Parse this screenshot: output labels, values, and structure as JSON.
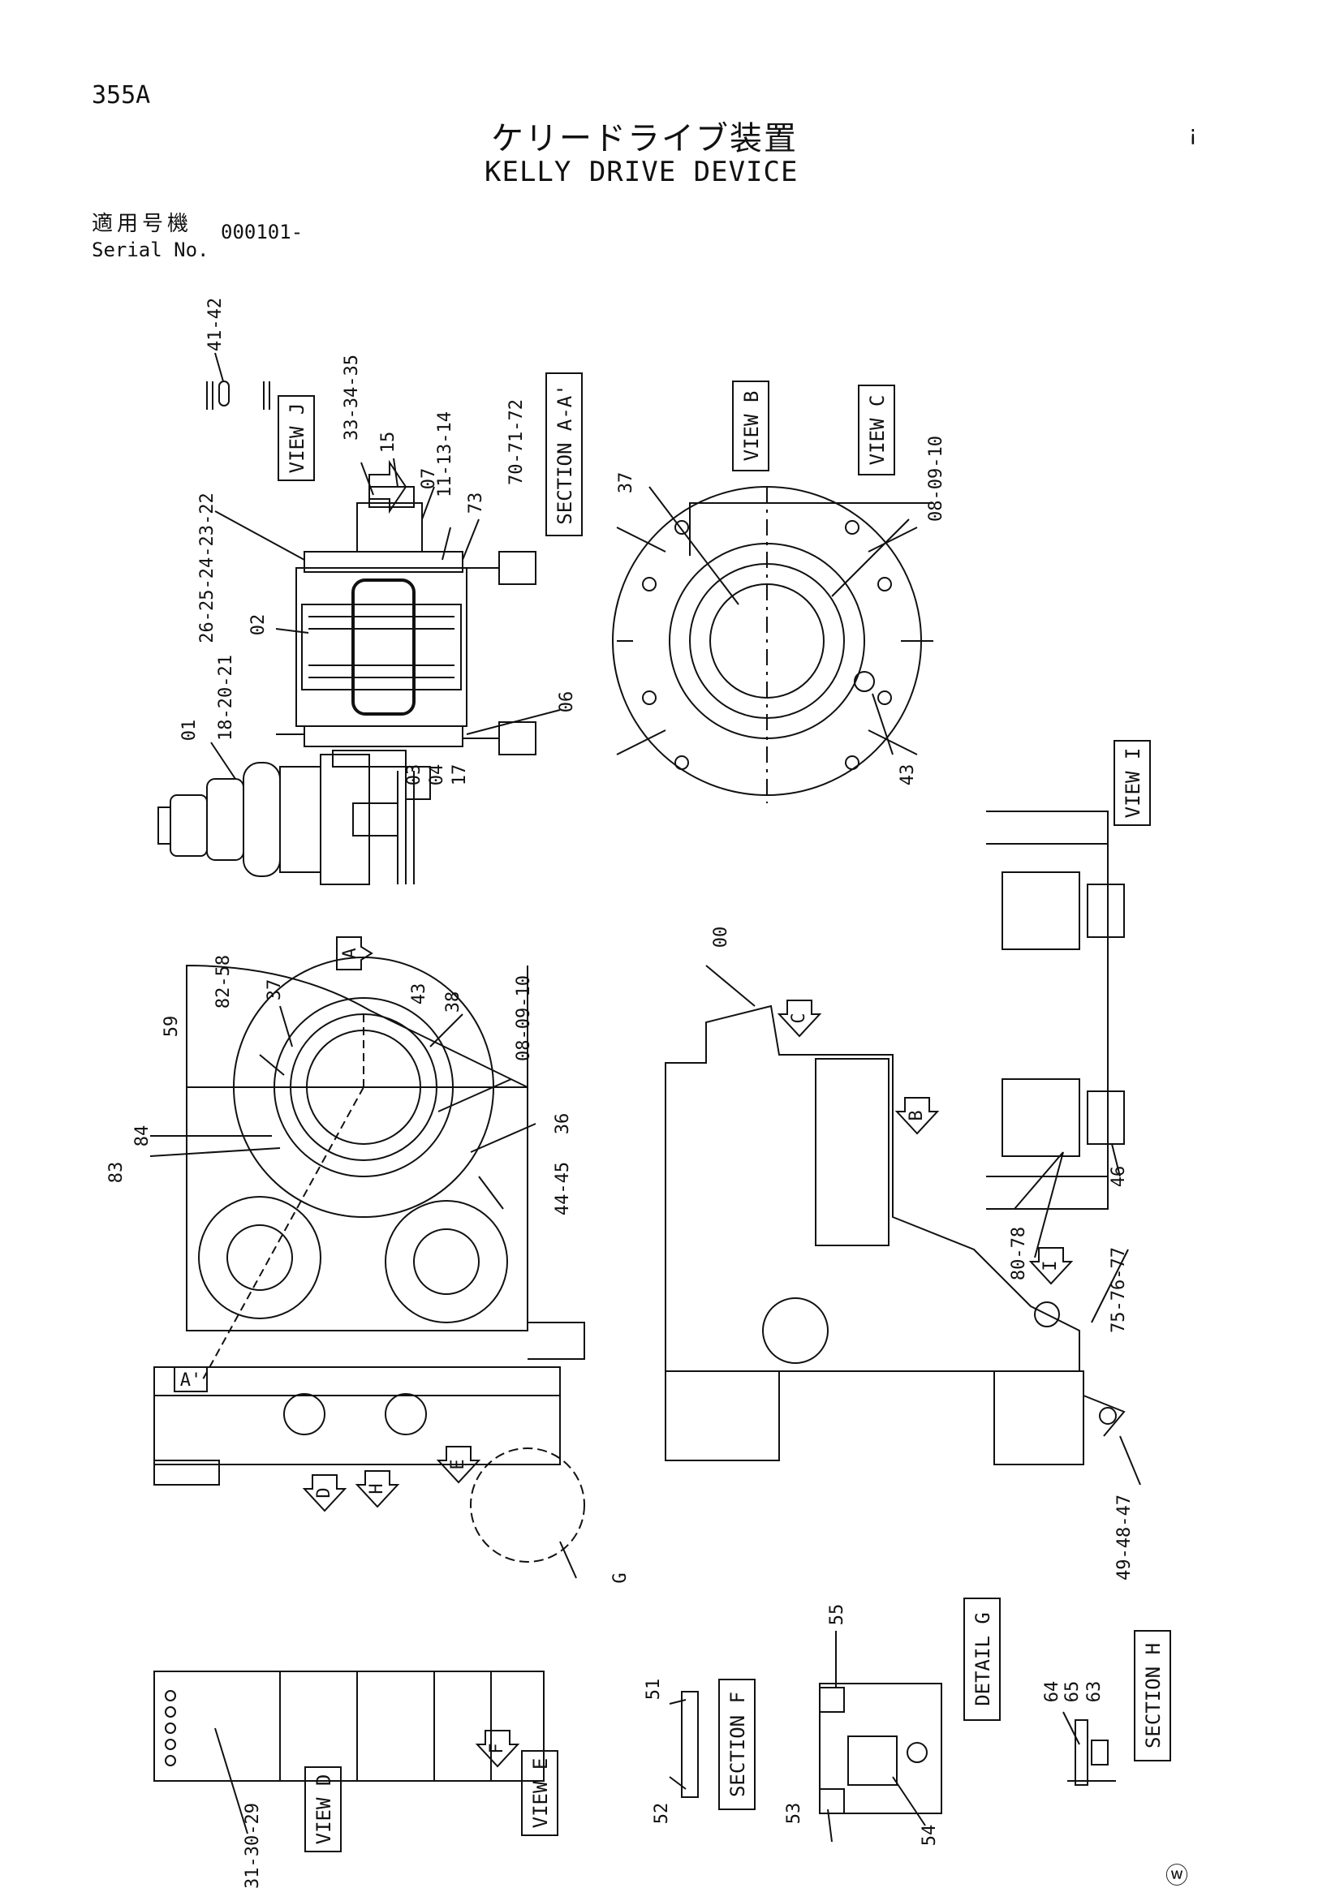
{
  "header": {
    "page_no": "355A",
    "title_jp": "ケリードライブ装置",
    "title_en": "KELLY DRIVE DEVICE",
    "serial_label_jp": "適用号機",
    "serial_label_en": "Serial No.",
    "serial_value": "000101-"
  },
  "marks": {
    "tick": "¡",
    "corner": "ⓦ"
  },
  "views": {
    "view_j": "VIEW J",
    "section_aa": "SECTION A-A'",
    "view_b": "VIEW B",
    "view_c": "VIEW C",
    "view_i": "VIEW I",
    "view_d": "VIEW D",
    "view_e": "VIEW E",
    "section_f": "SECTION F",
    "detail_g": "DETAIL G",
    "section_h": "SECTION H"
  },
  "parts": {
    "p41_42": "41-42",
    "p33_34_35": "33-34-35",
    "p15": "15",
    "p07": "07",
    "p11_13_14": "11-13-14",
    "p73": "73",
    "p70_71_72": "70-71-72",
    "p26_25_24_23_22": "26-25-24-23-22",
    "p02": "02",
    "p18_20_21": "18-20-21",
    "p01": "01",
    "p06": "06",
    "p03": "03",
    "p04": "04",
    "p17": "17",
    "p37_c": "37",
    "p08_09_10_c": "08-09-10",
    "p43_c": "43",
    "p59": "59",
    "p82_58": "82-58",
    "p37": "37",
    "p43": "43",
    "p38": "38",
    "p08_09_10": "08-09-10",
    "p84": "84",
    "p83": "83",
    "p36": "36",
    "p44_45": "44-45",
    "p00": "00",
    "p80_78": "80-78",
    "p46": "46",
    "p75_76_77": "75-76-77",
    "p49_48_47": "49-48-47",
    "p31_30_29": "31-30-29",
    "p51": "51",
    "p52": "52",
    "p55": "55",
    "p53": "53",
    "p54": "54",
    "p64": "64",
    "p65": "65",
    "p63": "63"
  },
  "arrows": {
    "a": "A",
    "a_prime": "A'",
    "b": "B",
    "c": "C",
    "d": "D",
    "e": "E",
    "f": "F",
    "g": "G",
    "h": "H",
    "i": "I"
  }
}
